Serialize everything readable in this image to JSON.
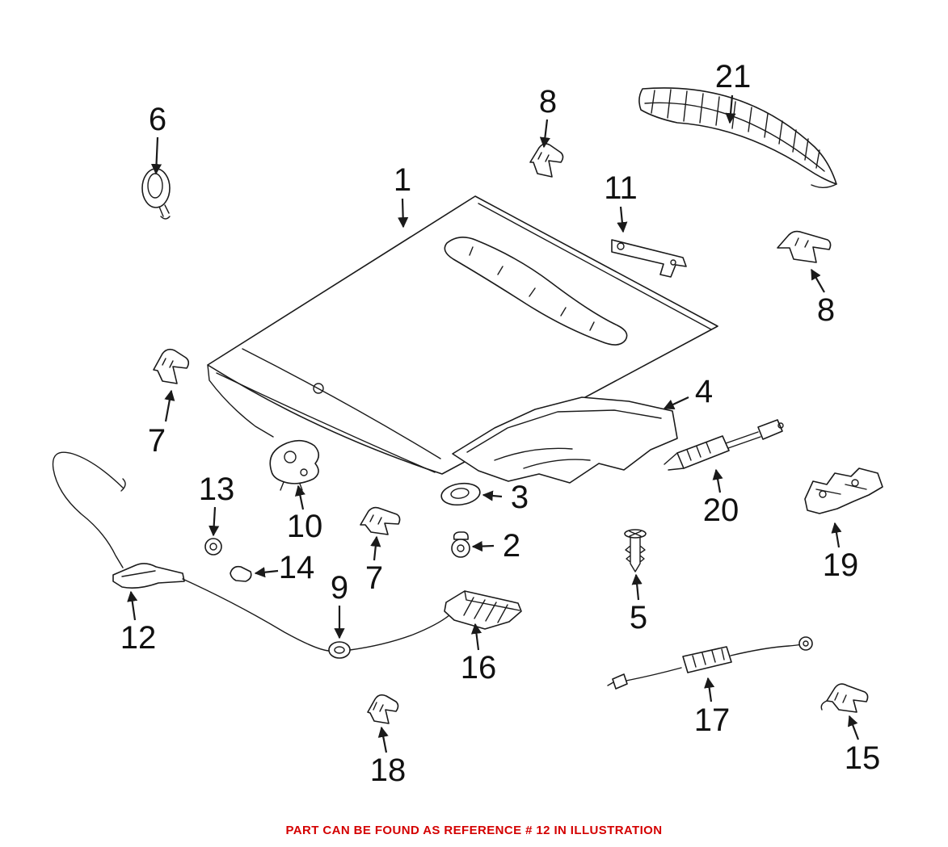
{
  "colors": {
    "line": "#1a1a1a",
    "footer": "#d40000",
    "background": "#ffffff"
  },
  "footer": {
    "text": "PART CAN BE FOUND AS REFERENCE # 12 IN ILLUSTRATION"
  },
  "callouts": {
    "c1": {
      "label": "1"
    },
    "c2": {
      "label": "2"
    },
    "c3": {
      "label": "3"
    },
    "c4": {
      "label": "4"
    },
    "c5": {
      "label": "5"
    },
    "c6": {
      "label": "6"
    },
    "c7a": {
      "label": "7"
    },
    "c7b": {
      "label": "7"
    },
    "c8a": {
      "label": "8"
    },
    "c8b": {
      "label": "8"
    },
    "c9": {
      "label": "9"
    },
    "c10": {
      "label": "10"
    },
    "c11": {
      "label": "11"
    },
    "c12": {
      "label": "12"
    },
    "c13": {
      "label": "13"
    },
    "c14": {
      "label": "14"
    },
    "c15": {
      "label": "15"
    },
    "c16": {
      "label": "16"
    },
    "c17": {
      "label": "17"
    },
    "c18": {
      "label": "18"
    },
    "c19": {
      "label": "19"
    },
    "c20": {
      "label": "20"
    },
    "c21": {
      "label": "21"
    }
  }
}
